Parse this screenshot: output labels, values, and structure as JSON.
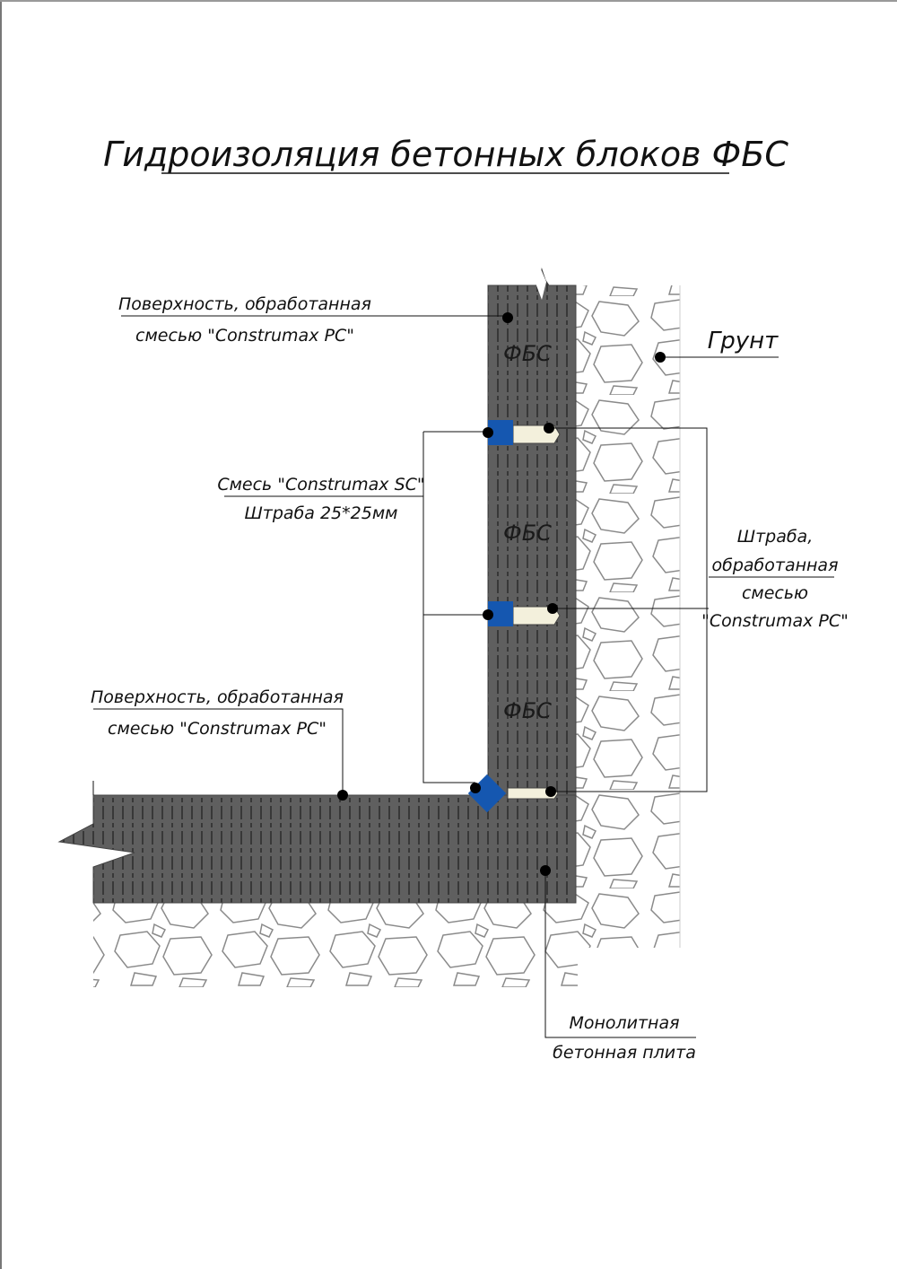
{
  "title": "Гидроизоляция бетонных блоков ФБС",
  "labels": {
    "surface_top": [
      "Поверхность, обработанная",
      "смесью \"Construmax PC\""
    ],
    "ground": "Грунт",
    "mix_sc": [
      "Смесь \"Construmax SC\"",
      "Штраба 25*25мм"
    ],
    "groove": [
      "Штраба,",
      "обработанная",
      "смесью",
      "\"Construmax PC\""
    ],
    "surface_bottom": [
      "Поверхность, обработанная",
      "смесью \"Construmax PC\""
    ],
    "slab": [
      "Монолитная",
      "бетонная плита"
    ]
  },
  "blocks": [
    "ФБС",
    "ФБС",
    "ФБС"
  ],
  "colors": {
    "concrete": "#5f5f5f",
    "hatch": "#2e2e2e",
    "seal": "#1557b0",
    "groove_fill": "#f3f0dc",
    "ground_line": "#8a8a8a",
    "ink": "#111111"
  }
}
